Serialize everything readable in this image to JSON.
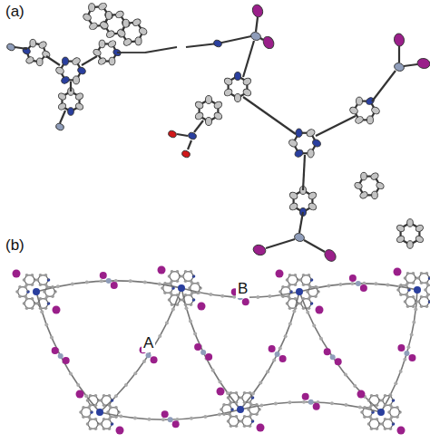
{
  "diagram": {
    "labels": [
      "(a)",
      "(b)",
      "A",
      "B"
    ]
  }
}
